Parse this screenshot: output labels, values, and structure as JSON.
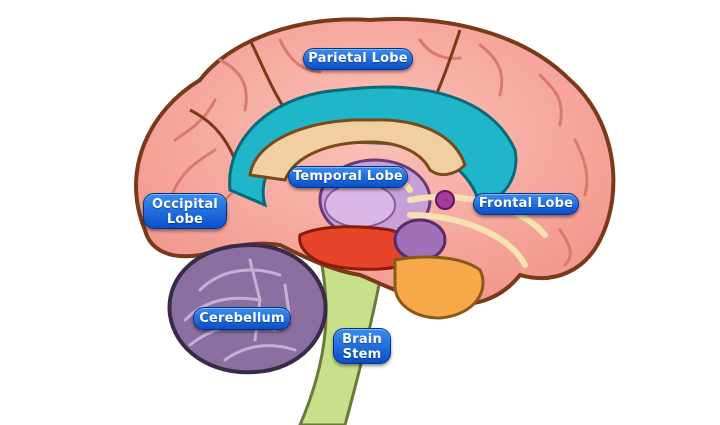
{
  "labels": {
    "parietal": "Parietal Lobe",
    "temporal": "Temporal Lobe",
    "frontal": "Frontal Lobe",
    "occipital": "Occipital\nLobe",
    "cerebellum": "Cerebellum",
    "brain_stem": "Brain\nStem"
  },
  "colors": {
    "cortex": "#f7a9a0",
    "cortex_outline": "#7a3a1a",
    "inner_band": "#1fb6c9",
    "cerebellum": "#8a6fa0",
    "brain_stem": "#c8e08a",
    "thalamus": "#c6a0d6",
    "midbrain_red": "#e6452a",
    "pituitary": "#f7a94a",
    "fiber": "#f4e2b0",
    "label_bg": "#1a6be0"
  }
}
